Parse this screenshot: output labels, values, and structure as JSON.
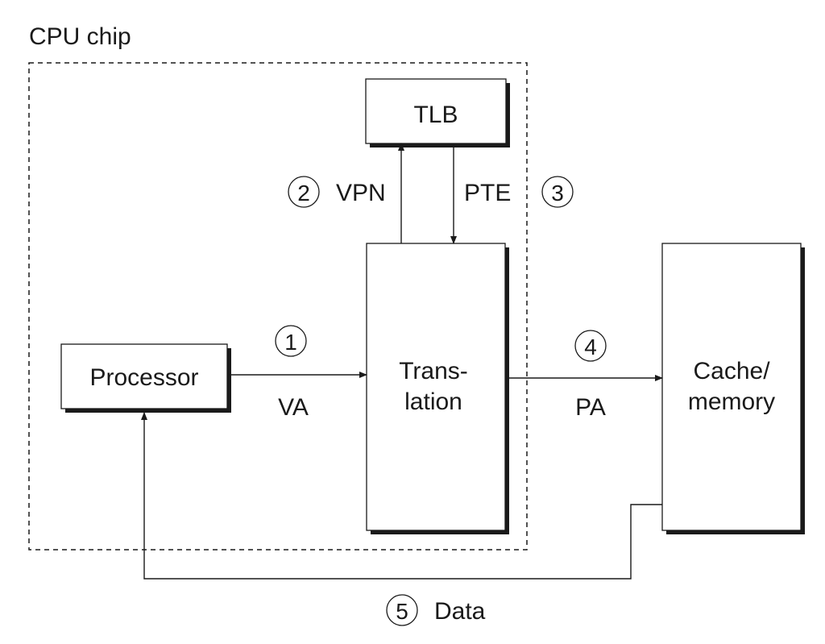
{
  "diagram": {
    "chip_label": "CPU chip",
    "blocks": {
      "tlb": "TLB",
      "processor": "Processor",
      "translation_line1": "Trans-",
      "translation_line2": "lation",
      "cache_line1": "Cache/",
      "cache_line2": "memory"
    },
    "edges": {
      "vpn": {
        "step": "2",
        "label": "VPN"
      },
      "pte": {
        "step": "3",
        "label": "PTE"
      },
      "va": {
        "step": "1",
        "label": "VA"
      },
      "pa": {
        "step": "4",
        "label": "PA"
      },
      "data": {
        "step": "5",
        "label": "Data"
      }
    }
  }
}
